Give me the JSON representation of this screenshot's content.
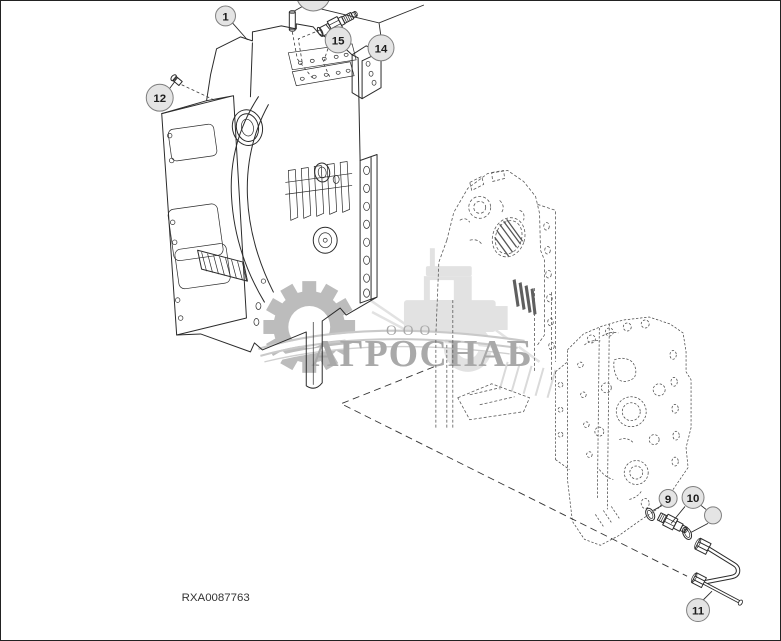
{
  "diagram": {
    "code": "RXA0087763"
  },
  "watermark": {
    "org_form": "ООО",
    "company": "АГРОСНАБ"
  },
  "callouts": [
    {
      "id": "top-partial",
      "label": ""
    },
    {
      "id": "1",
      "label": "1"
    },
    {
      "id": "12",
      "label": "12"
    },
    {
      "id": "15",
      "label": "15"
    },
    {
      "id": "14",
      "label": "14"
    },
    {
      "id": "9",
      "label": "9"
    },
    {
      "id": "10",
      "label": "10"
    },
    {
      "id": "blank",
      "label": ""
    },
    {
      "id": "11",
      "label": "11"
    }
  ],
  "colors": {
    "background": "#ffffff",
    "line": "#2b2b2b",
    "ghost_line": "#5a5a5a",
    "balloon_fill": "#e4e4e4",
    "balloon_stroke": "#7e7e7e",
    "balloon_text": "#1c1c1c",
    "watermark_text": "#a9a9a9",
    "watermark_logo": "#bcbcbc",
    "watermark_tractor": "#e2e2e2",
    "code_text": "#333333"
  }
}
